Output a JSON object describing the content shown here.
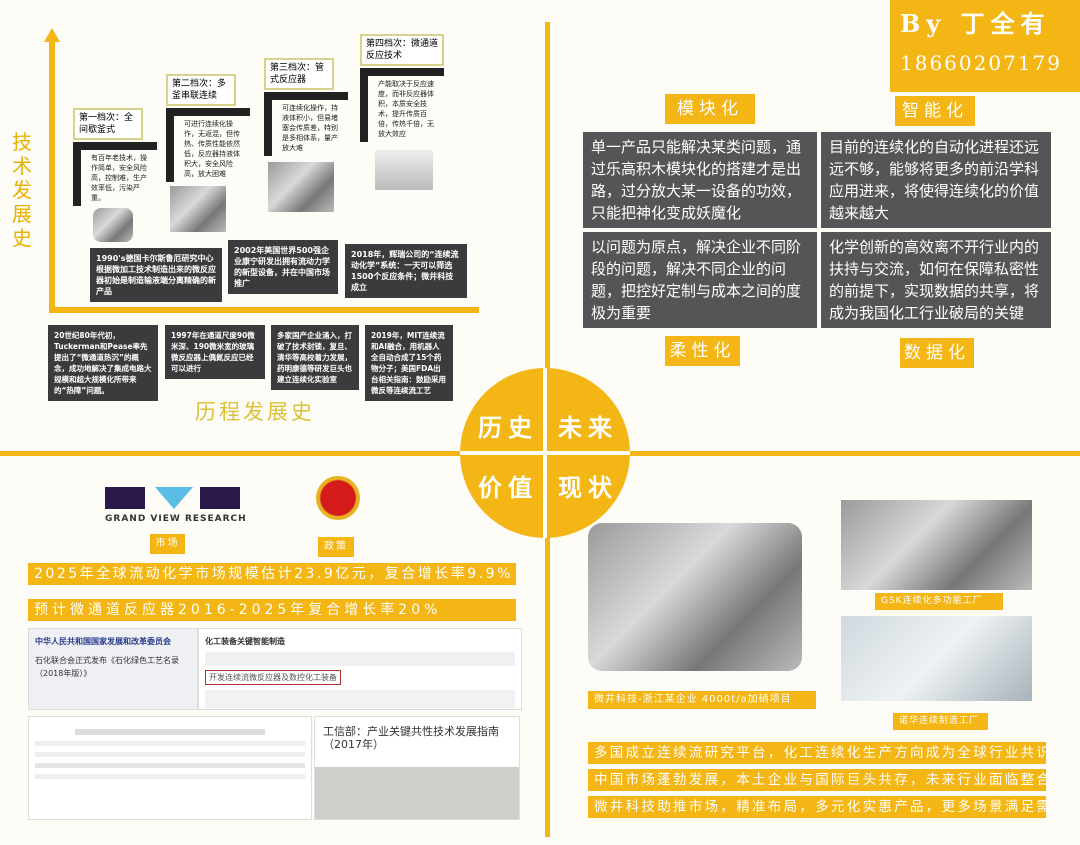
{
  "brand": {
    "author": "By 丁全有",
    "phone": "18660207179"
  },
  "center": {
    "q1": "历史",
    "q2": "未来",
    "q3": "价值",
    "q4": "现状"
  },
  "history": {
    "y_axis_label": "技术发展史",
    "x_axis_label": "历程发展史",
    "stages": [
      {
        "title": "第一档次：全间歇釜式",
        "desc": "有百年老技术，操作简单，安全风险高，控制难，生产效率低，污染严重。",
        "color": "#b01818"
      },
      {
        "title": "第二档次：多釜串联连续",
        "desc": "可进行连续化操作，无返混，但传热、传质性能依然低，反应器持液体积大，安全风险高，放大困难",
        "color": "#8cc63f"
      },
      {
        "title": "第三档次：管式反应器",
        "desc": "可连续化操作，持液体积小，但易堵塞会传质差，特别是多相体系，量产放大难",
        "color": "#1ab0e0"
      },
      {
        "title": "第四档次：微通道反应技术",
        "desc": "产能取决于反应速度，而非反应器体积，本质安全技术，提升传质百倍，传热千倍，无放大效应",
        "color": "#1a9a50"
      }
    ],
    "timeline_top": [
      "1990's德国卡尔斯鲁厄研究中心根据微加工技术制造出来的微反应器初始是制造输液端分离精确的新产品",
      "2002年美国世界500强企业康宁研发出拥有流动力学的新型设备，并在中国市场推广",
      "2018年，辉瑞公司的“连续流动化学”系统：一天可以筛选1500个反应条件；微井科技成立"
    ],
    "timeline_bottom": [
      "20世纪80年代初，Tuckerman和Pease率先提出了“微通道热沉”的概念，成功地解决了集成电路大规模和超大规模化所带来的“热障”问题。",
      "1997年在通道尺度90微米深、190微米宽的玻璃微反应器上偶氮反应已经可以进行",
      "多家国产企业涌入，打破了技术封锁，复旦、清华等高校着力发展，药明康德等研发巨头也建立连续化实验室",
      "2019年，MIT连续流和AI融合，用机器人全自动合成了15个药物分子；美国FDA出台相关指南：鼓励采用微反等连续流工艺"
    ]
  },
  "future": {
    "tags": [
      "模块化",
      "智能化",
      "柔性化",
      "数据化"
    ],
    "boxes": [
      "单一产品只能解决某类问题，通过乐高积木模块化的搭建才是出路，过分放大某一设备的功效，只能把神化变成妖魔化",
      "目前的连续化的自动化进程还远远不够，能够将更多的前沿学科应用进来，将使得连续化的价值越来越大",
      "以问题为原点，解决企业不同阶段的问题，解决不同企业的问题，把控好定制与成本之间的度极为重要",
      "化学创新的高效离不开行业内的扶持与交流，如何在保障私密性的前提下，实现数据的共享，将成为我国化工行业破局的关键"
    ]
  },
  "value": {
    "logo_text": "GRAND VIEW RESEARCH",
    "market_label": "市场",
    "policy_label": "政策",
    "bars": [
      "2025年全球流动化学市场规模估计23.9亿元，复合增长率9.9%",
      "预计微通道反应器2016-2025年复合增长率20%"
    ],
    "docs": {
      "ndrc": "中华人民共和国国家发展和改革委员会",
      "ndrc_title": "石化联合会正式发布《石化绿色工艺名录（2018年版）》",
      "policy_heading": "化工装备关键智能制造",
      "highlight": "开发连续流微反应器及数控化工装备",
      "miit": "工信部：产业关键共性技术发展指南（2017年）"
    }
  },
  "status": {
    "photo_caption": "微井科技-浙江某企业 4000t/a加硝项目",
    "gsk_caption": "GSK连续化多功能工厂",
    "novartis_caption": "诺华连续制造工厂",
    "bars": [
      "多国成立连续流研究平台，化工连续化生产方向成为全球行业共识",
      "中国市场蓬勃发展，本土企业与国际巨头共存，未来行业面临整合",
      "微井科技助推市场，精准布局，多元化实惠产品，更多场景满足需求"
    ]
  },
  "colors": {
    "accent": "#f4b614",
    "dark_box": "#555457"
  }
}
